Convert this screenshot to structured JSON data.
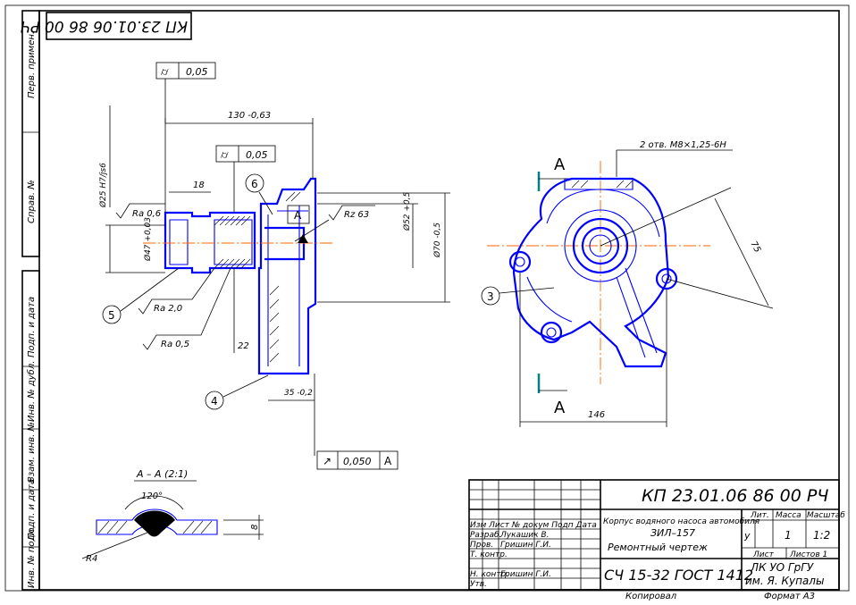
{
  "drawing": {
    "stamp_code": "КП 23.01.06 86 00 РЧ",
    "title_code": "КП 23.01.06 86 00 РЧ",
    "part_name_line1": "Корпус водяного насоса автомобиля",
    "part_name_line2": "ЗИЛ–157",
    "part_name_line3": "Ремонтный чертеж",
    "material": "СЧ 15-32 ГОСТ 1412",
    "org_line1": "ЛК УО ГрГУ",
    "org_line2": "им. Я. Купалы",
    "copied_label": "Копировал",
    "format_label": "Формат А3"
  },
  "left_strip": {
    "primen": "Перв. примен.",
    "sprav": "Справ. №",
    "podp_data": "Подп. и дата",
    "inv_dubl": "Инв. № дубл.",
    "vzam_inv": "Взам. инв. №",
    "podp_data2": "Подп. и дата",
    "inv_podl": "Инв. № подл."
  },
  "title_block": {
    "izm_row": "Изм Лист № докум Подп Дата",
    "razrab": "Разраб.",
    "razrab_name": "Лукашик В.",
    "prov": "Пров.",
    "prov_name": "Гришин Г.И.",
    "tkontr": "Т. контр.",
    "nkontr": "Н. контр.",
    "nkontr_name": "Гришин Г.И.",
    "utv": "Утв.",
    "lit": "Лит.",
    "massa": "Масса",
    "masshtab": "Масштаб",
    "lit_val": "у",
    "massa_val": "1",
    "masshtab_val": "1:2",
    "list": "Лист",
    "listov": "Листов 1"
  },
  "annotations": {
    "dim_130": "130 -0,63",
    "dim_18": "18",
    "dim_22": "22",
    "dim_35": "35 -0,2",
    "dim_146": "146",
    "dim_75": "75",
    "dim_52": "Ø52 +0,5",
    "dim_70": "Ø70 -0,5",
    "dim_47": "Ø47 +0,03",
    "dim_25": "Ø25 H7/js6",
    "dim_8": "8",
    "thread": "2 отв. М8×1,25-6Н",
    "tol_round1": "0,05",
    "tol_round2": "0,05",
    "tol_runout": "0,050",
    "datum_A": "А",
    "ra_06": "Ra 0,6",
    "ra_20": "Ra 2,0",
    "ra_05": "Ra 0,5",
    "rz_63": "Rz 63",
    "section_A_top": "А",
    "section_A_bottom": "А",
    "section_label": "А – А (2:1)",
    "angle_120": "120°",
    "radius_R4": "R4",
    "callout_3": "3",
    "callout_4": "4",
    "callout_5": "5",
    "callout_6": "6"
  }
}
